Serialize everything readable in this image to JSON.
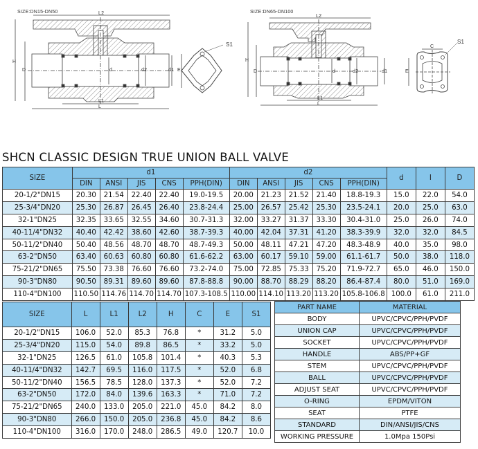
{
  "drawings": {
    "small": {
      "size_label": "SIZE:DN15-DN50",
      "dimension_labels": [
        "L2",
        "H",
        "D",
        "d",
        "d2",
        "d1",
        "L1",
        "L",
        "E",
        "S1"
      ]
    },
    "large": {
      "size_label": "SIZE:DN65-DN100",
      "dimension_labels": [
        "L2",
        "H",
        "D",
        "d",
        "d2",
        "d1",
        "L1",
        "L",
        "C",
        "E",
        "S1"
      ]
    }
  },
  "title": "SHCN CLASSIC DESIGN TRUE UNION BALL VALVE",
  "dimension_table": {
    "headers": {
      "size": "SIZE",
      "d1": "d1",
      "d2": "d2",
      "d": "d",
      "l": "I",
      "D": "D",
      "sub": [
        "DIN",
        "ANSI",
        "JIS",
        "CNS",
        "PPH(DIN)"
      ]
    },
    "rows": [
      [
        "20-1/2\"DN15",
        "20.30",
        "21.54",
        "22.40",
        "22.40",
        "19.0-19.5",
        "20.00",
        "21.23",
        "21.52",
        "21.40",
        "18.8-19.3",
        "15.0",
        "22.0",
        "54.0"
      ],
      [
        "25-3/4\"DN20",
        "25.30",
        "26.87",
        "26.45",
        "26.40",
        "23.8-24.4",
        "25.00",
        "26.57",
        "25.42",
        "25.30",
        "23.5-24.1",
        "20.0",
        "25.0",
        "63.0"
      ],
      [
        "32-1\"DN25",
        "32.35",
        "33.65",
        "32.55",
        "34.60",
        "30.7-31.3",
        "32.00",
        "33.27",
        "31.37",
        "33.30",
        "30.4-31.0",
        "25.0",
        "26.0",
        "74.0"
      ],
      [
        "40-11/4\"DN32",
        "40.40",
        "42.42",
        "38.60",
        "42.60",
        "38.7-39.3",
        "40.00",
        "42.04",
        "37.31",
        "41.20",
        "38.3-39.9",
        "32.0",
        "32.0",
        "84.5"
      ],
      [
        "50-11/2\"DN40",
        "50.40",
        "48.56",
        "48.70",
        "48.70",
        "48.7-49.3",
        "50.00",
        "48.11",
        "47.21",
        "47.20",
        "48.3-48.9",
        "40.0",
        "35.0",
        "98.0"
      ],
      [
        "63-2\"DN50",
        "63.40",
        "60.63",
        "60.80",
        "60.80",
        "61.6-62.2",
        "63.00",
        "60.17",
        "59.10",
        "59.00",
        "61.1-61.7",
        "50.0",
        "38.0",
        "118.0"
      ],
      [
        "75-21/2\"DN65",
        "75.50",
        "73.38",
        "76.60",
        "76.60",
        "73.2-74.0",
        "75.00",
        "72.85",
        "75.33",
        "75.20",
        "71.9-72.7",
        "65.0",
        "46.0",
        "150.0"
      ],
      [
        "90-3\"DN80",
        "90.50",
        "89.31",
        "89.60",
        "89.60",
        "87.8-88.8",
        "90.00",
        "88.70",
        "88.29",
        "88.20",
        "86.4-87.4",
        "80.0",
        "51.0",
        "169.0"
      ],
      [
        "110-4\"DN100",
        "110.50",
        "114.76",
        "114.70",
        "114.70",
        "107.3-108.5",
        "110.00",
        "114.10",
        "113.20",
        "113.20",
        "105.8-106.8",
        "100.0",
        "61.0",
        "211.0"
      ]
    ]
  },
  "length_table": {
    "headers": [
      "SIZE",
      "L",
      "L1",
      "L2",
      "H",
      "C",
      "E",
      "S1"
    ],
    "rows": [
      [
        "20-1/2\"DN15",
        "106.0",
        "52.0",
        "85.3",
        "76.8",
        "*",
        "31.2",
        "5.0"
      ],
      [
        "25-3/4\"DN20",
        "115.0",
        "54.0",
        "89.8",
        "86.5",
        "*",
        "33.2",
        "5.0"
      ],
      [
        "32-1\"DN25",
        "126.5",
        "61.0",
        "105.8",
        "101.4",
        "*",
        "40.3",
        "5.3"
      ],
      [
        "40-11/4\"DN32",
        "142.7",
        "69.5",
        "116.0",
        "117.5",
        "*",
        "52.0",
        "6.8"
      ],
      [
        "50-11/2\"DN40",
        "156.5",
        "78.5",
        "128.0",
        "137.3",
        "*",
        "52.0",
        "7.2"
      ],
      [
        "63-2\"DN50",
        "172.0",
        "84.0",
        "139.6",
        "163.3",
        "*",
        "71.0",
        "7.2"
      ],
      [
        "75-21/2\"DN65",
        "240.0",
        "133.0",
        "205.0",
        "221.0",
        "45.0",
        "84.2",
        "8.0"
      ],
      [
        "90-3\"DN80",
        "266.0",
        "150.0",
        "205.0",
        "236.8",
        "45.0",
        "84.2",
        "8.6"
      ],
      [
        "110-4\"DN100",
        "316.0",
        "170.0",
        "248.0",
        "286.5",
        "49.0",
        "120.7",
        "10.0"
      ]
    ]
  },
  "material_table": {
    "headers": [
      "PART NAME",
      "MATERIAL"
    ],
    "rows": [
      [
        "BODY",
        "UPVC/CPVC/PPH/PVDF"
      ],
      [
        "UNION CAP",
        "UPVC/CPVC/PPH/PVDF"
      ],
      [
        "SOCKET",
        "UPVC/CPVC/PPH/PVDF"
      ],
      [
        "HANDLE",
        "ABS/PP+GF"
      ],
      [
        "STEM",
        "UPVC/CPVC/PPH/PVDF"
      ],
      [
        "BALL",
        "UPVC/CPVC/PPH/PVDF"
      ],
      [
        "ADJUST SEAT",
        "UPVC/CPVC/PPH/PVDF"
      ],
      [
        "O-RING",
        "EPDM/VITON"
      ],
      [
        "SEAT",
        "PTFE"
      ],
      [
        "STANDARD",
        "DIN/ANSI/JIS/CNS"
      ],
      [
        "WORKING PRESSURE",
        "1.0Mpa 150Psi"
      ]
    ]
  },
  "colors": {
    "header_bg": "#86c5ea",
    "alt_row_bg": "#d6ebf6",
    "border": "#3a3a3a"
  }
}
